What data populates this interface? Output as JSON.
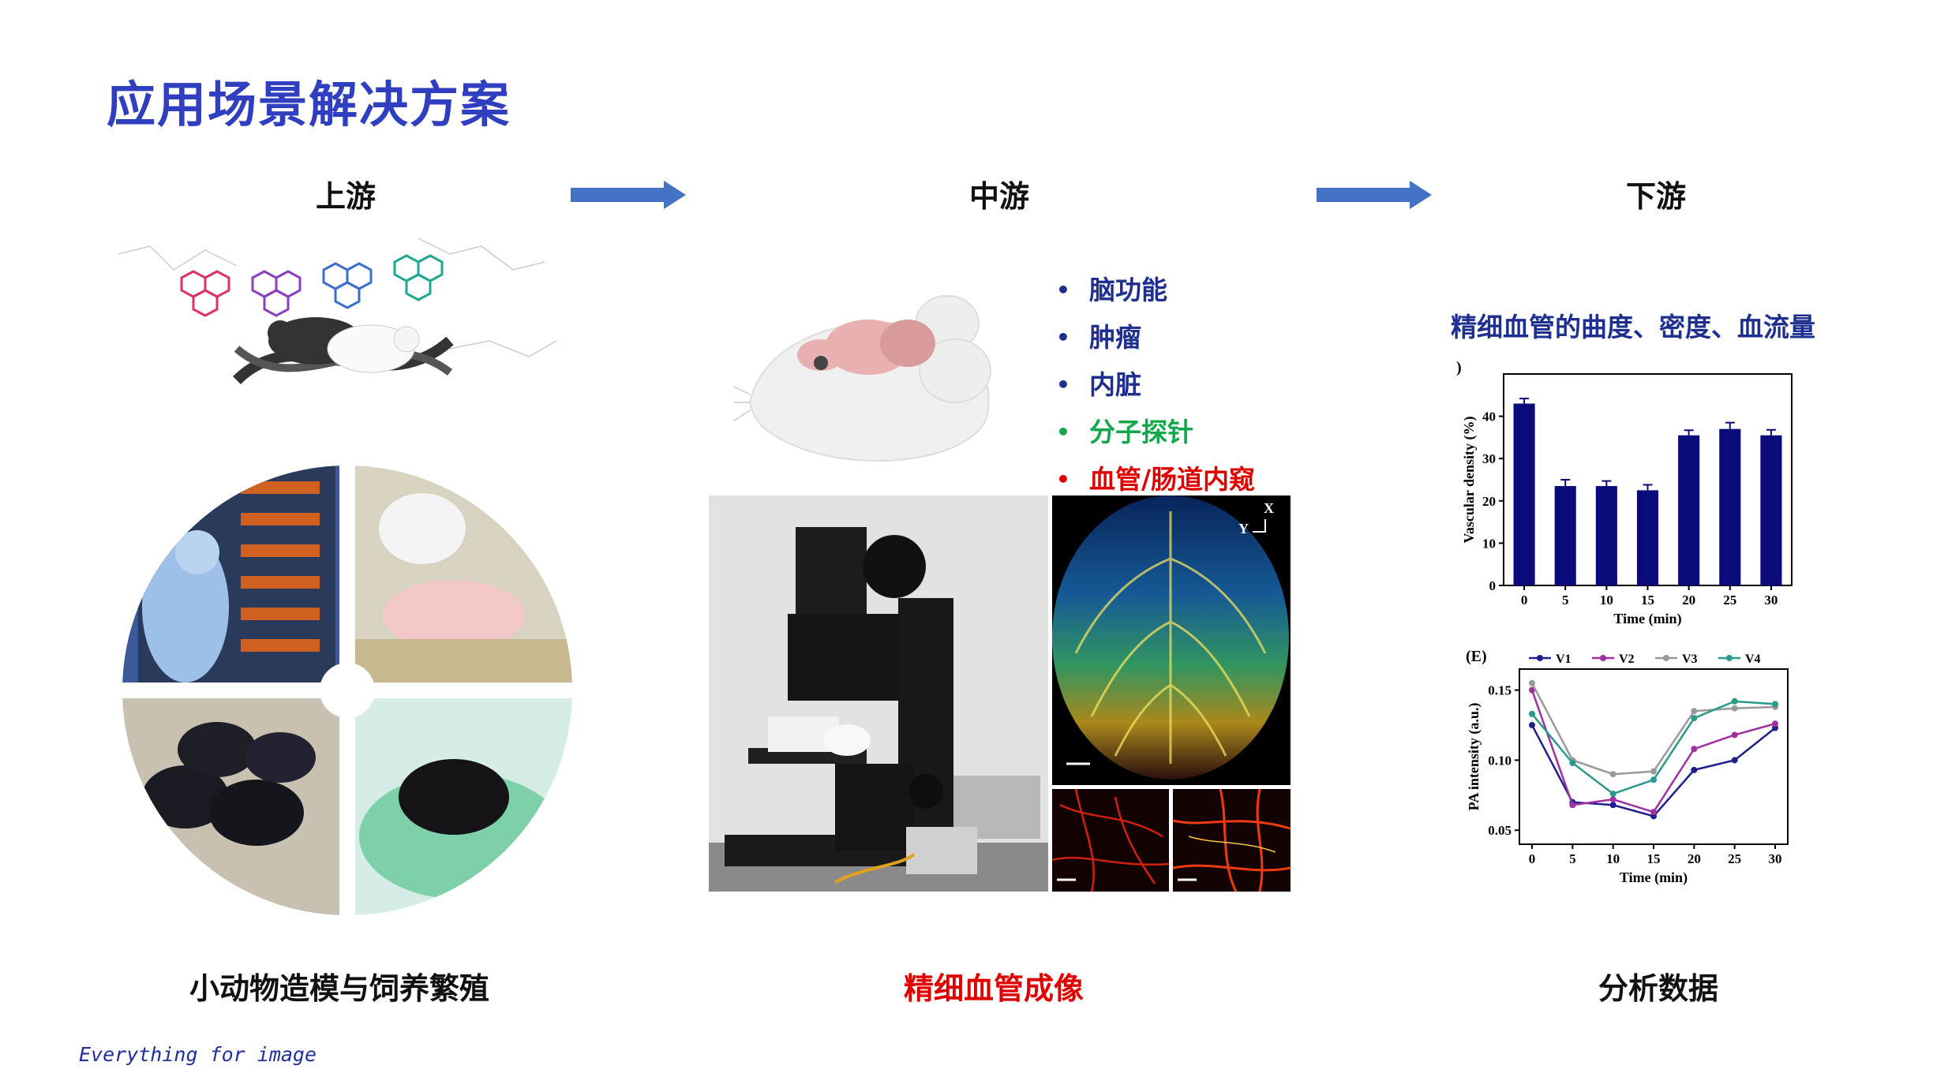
{
  "page": {
    "title": "应用场景解决方案",
    "footer": "Everything for image"
  },
  "stages": [
    {
      "title": "上游",
      "caption": "小动物造模与饲养繁殖"
    },
    {
      "title": "中游",
      "caption": "精细血管成像"
    },
    {
      "title": "下游",
      "caption": "分析数据"
    }
  ],
  "midstream_bullets": [
    {
      "label": "脑功能",
      "color": "#1f2f8f"
    },
    {
      "label": "肿瘤",
      "color": "#1f2f8f"
    },
    {
      "label": "内脏",
      "color": "#1f2f8f"
    },
    {
      "label": "分子探针",
      "color": "#12a84a"
    },
    {
      "label": "血管/肠道内窥",
      "color": "#e00000"
    }
  ],
  "downstream": {
    "subtitle": "精细血管的曲度、密度、血流量"
  },
  "image_labels": {
    "axis_x": "X",
    "axis_y": "Y"
  },
  "colors": {
    "title_blue": "#2f3fbf",
    "arrow_blue": "#4472c4",
    "bar_navy": "#0a0a7a",
    "caption_red": "#e00000"
  },
  "chart_data": [
    {
      "type": "bar",
      "panel_label": ")",
      "categories": [
        "0",
        "5",
        "10",
        "15",
        "20",
        "25",
        "30"
      ],
      "values": [
        43,
        23.5,
        23.5,
        22.5,
        35.5,
        37,
        35.5
      ],
      "errors": [
        1.2,
        1.5,
        1.2,
        1.3,
        1.2,
        1.5,
        1.3
      ],
      "xlabel": "Time (min)",
      "ylabel": "Vascular density (%)",
      "ylim": [
        0,
        50
      ],
      "yticks": [
        0,
        10,
        20,
        30,
        40
      ]
    },
    {
      "type": "line",
      "panel_label": "(E)",
      "x": [
        0,
        5,
        10,
        15,
        20,
        25,
        30
      ],
      "xlabel": "Time (min)",
      "ylabel": "PA intensity (a.u.)",
      "ylim": [
        0.04,
        0.165
      ],
      "yticks": [
        0.05,
        0.1,
        0.15
      ],
      "series": [
        {
          "name": "V1",
          "color": "#1f1f8f",
          "values": [
            0.125,
            0.07,
            0.068,
            0.06,
            0.093,
            0.1,
            0.123
          ]
        },
        {
          "name": "V2",
          "color": "#a030a0",
          "values": [
            0.15,
            0.068,
            0.072,
            0.063,
            0.108,
            0.118,
            0.126
          ]
        },
        {
          "name": "V3",
          "color": "#9a9a9a",
          "values": [
            0.155,
            0.1,
            0.09,
            0.092,
            0.135,
            0.137,
            0.138
          ]
        },
        {
          "name": "V4",
          "color": "#2a9a8a",
          "values": [
            0.133,
            0.098,
            0.076,
            0.086,
            0.13,
            0.142,
            0.14
          ]
        }
      ]
    }
  ]
}
